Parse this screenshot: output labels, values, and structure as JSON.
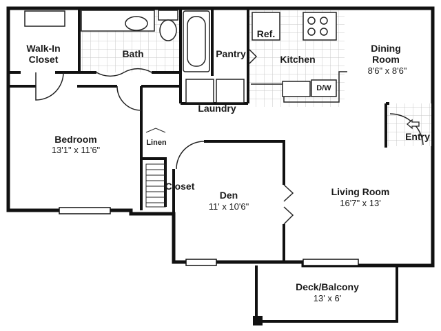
{
  "plan": {
    "rooms": [
      {
        "name": "Walk-In Closet",
        "dims": ""
      },
      {
        "name": "Bath",
        "dims": ""
      },
      {
        "name": "Pantry",
        "dims": ""
      },
      {
        "name": "Ref.",
        "dims": ""
      },
      {
        "name": "Kitchen",
        "dims": ""
      },
      {
        "name": "Dining Room",
        "dims": "8'6\" x 8'6\""
      },
      {
        "name": "D/W",
        "dims": ""
      },
      {
        "name": "Laundry",
        "dims": ""
      },
      {
        "name": "Bedroom",
        "dims": "13'1\" x 11'6\""
      },
      {
        "name": "Linen",
        "dims": ""
      },
      {
        "name": "Entry",
        "dims": ""
      },
      {
        "name": "Closet",
        "dims": ""
      },
      {
        "name": "Den",
        "dims": "11' x 10'6\""
      },
      {
        "name": "Living Room",
        "dims": "16'7\" x 13'"
      },
      {
        "name": "Deck/Balcony",
        "dims": "13' x 6'"
      }
    ],
    "entry_arrow_icon": "arrow-left-outline-icon"
  }
}
